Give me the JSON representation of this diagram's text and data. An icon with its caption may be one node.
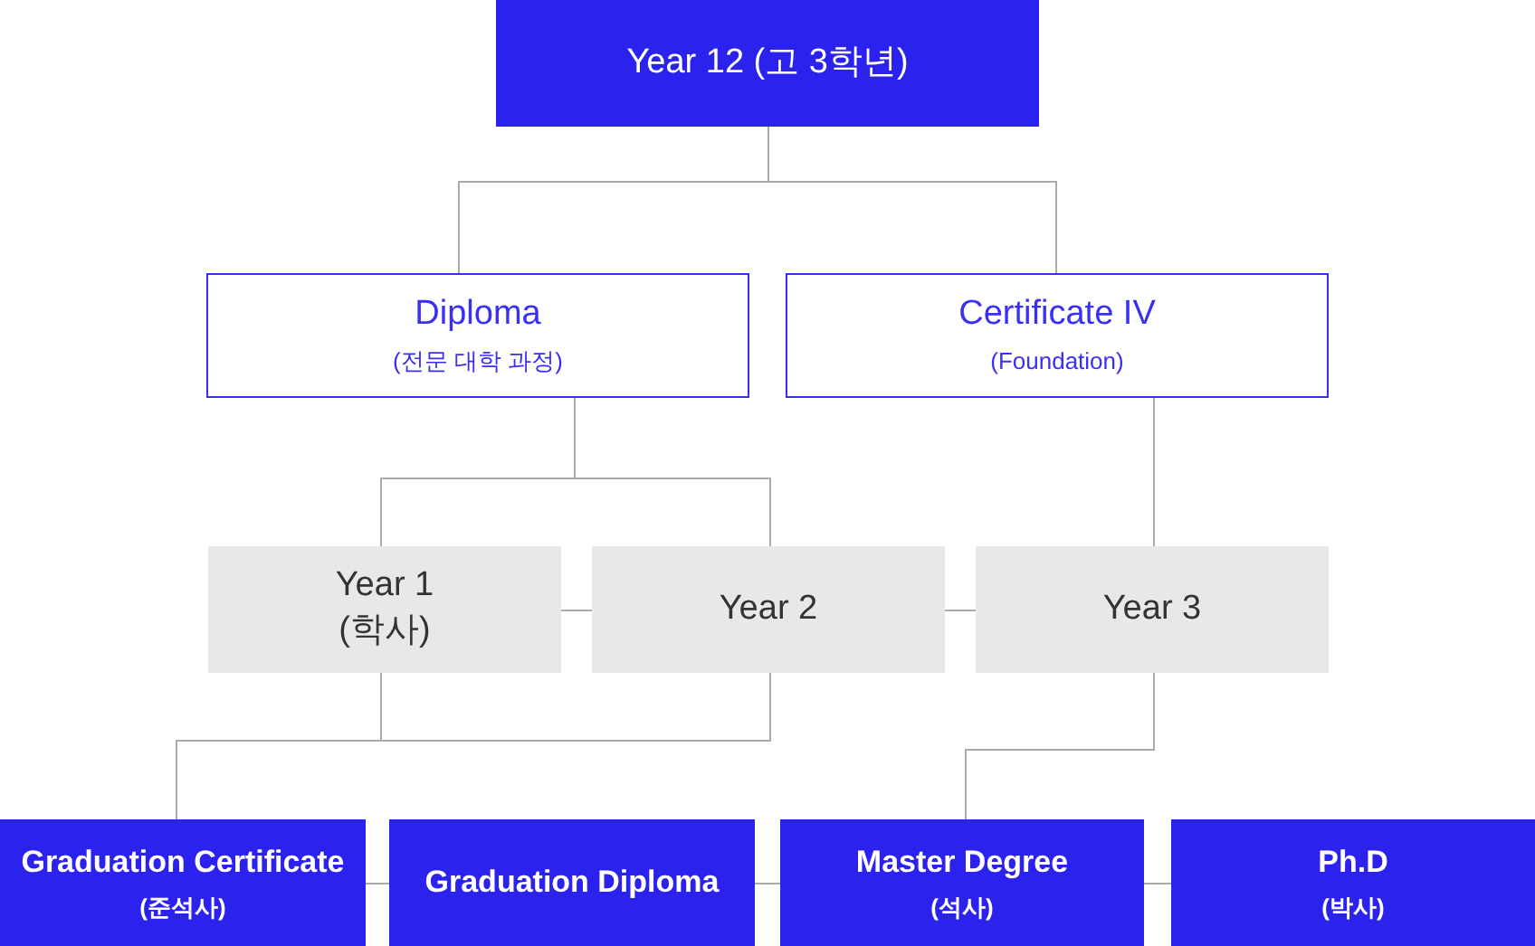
{
  "diagram": {
    "nodes": [
      {
        "text": [
          "Year 12 (고 3학년)"
        ]
      },
      {
        "text": [
          "Diploma",
          "(전문 대학 과정)"
        ]
      },
      {
        "text": [
          "Certificate IV",
          "(Foundation)"
        ]
      },
      {
        "text": [
          "Year 1",
          "(학사)"
        ]
      },
      {
        "text": [
          "Year 2"
        ]
      },
      {
        "text": [
          "Year 3"
        ]
      },
      {
        "text": [
          "Graduation Certificate",
          "(준석사)"
        ]
      },
      {
        "text": [
          "Graduation Diploma"
        ]
      },
      {
        "text": [
          "Master Degree",
          "(석사)"
        ]
      },
      {
        "text": [
          "Ph.D",
          "(박사)"
        ]
      }
    ],
    "edges": [
      {
        "from": 0,
        "to": 1,
        "arrow": "none"
      },
      {
        "from": 0,
        "to": 2,
        "arrow": "none"
      },
      {
        "from": 1,
        "to": 3,
        "arrow": "none"
      },
      {
        "from": 1,
        "to": 4,
        "arrow": "none"
      },
      {
        "from": 2,
        "to": 5,
        "arrow": "none"
      },
      {
        "from": 3,
        "to": 4,
        "arrow": "none"
      },
      {
        "from": 4,
        "to": 5,
        "arrow": "none"
      },
      {
        "from": 3,
        "to": 6,
        "arrow": "none"
      },
      {
        "from": 4,
        "to": 6,
        "arrow": "none"
      },
      {
        "from": 5,
        "to": 8,
        "arrow": "none"
      },
      {
        "from": 6,
        "to": 7,
        "arrow": "none"
      },
      {
        "from": 7,
        "to": 8,
        "arrow": "none"
      },
      {
        "from": 8,
        "to": 9,
        "arrow": "none"
      }
    ]
  }
}
